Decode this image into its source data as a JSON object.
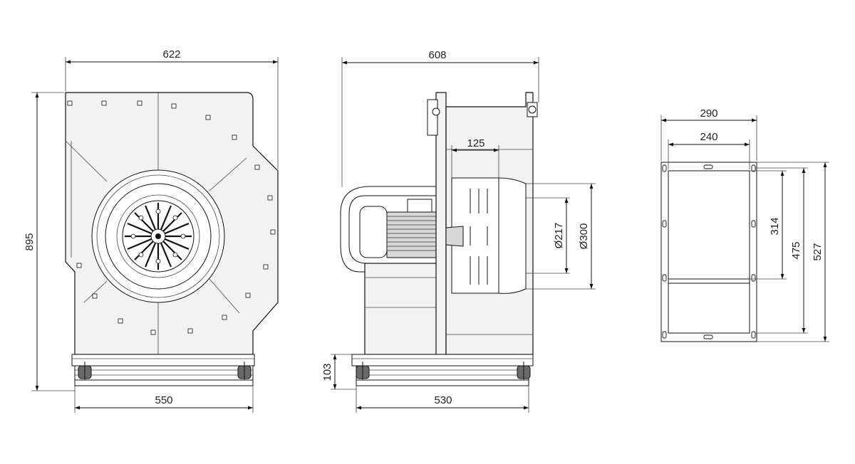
{
  "dimensions": {
    "front_width_top": "622",
    "front_height": "895",
    "front_base_width": "550",
    "side_width_top": "608",
    "side_inlet_depth": "125",
    "side_inlet_inner_dia": "Ø217",
    "side_inlet_outer_dia": "Ø300",
    "side_base_height": "103",
    "side_base_width": "530",
    "flange_outer_width": "290",
    "flange_hole_width": "240",
    "flange_inner_height": "314",
    "flange_hole_height": "475",
    "flange_outer_height": "527"
  }
}
